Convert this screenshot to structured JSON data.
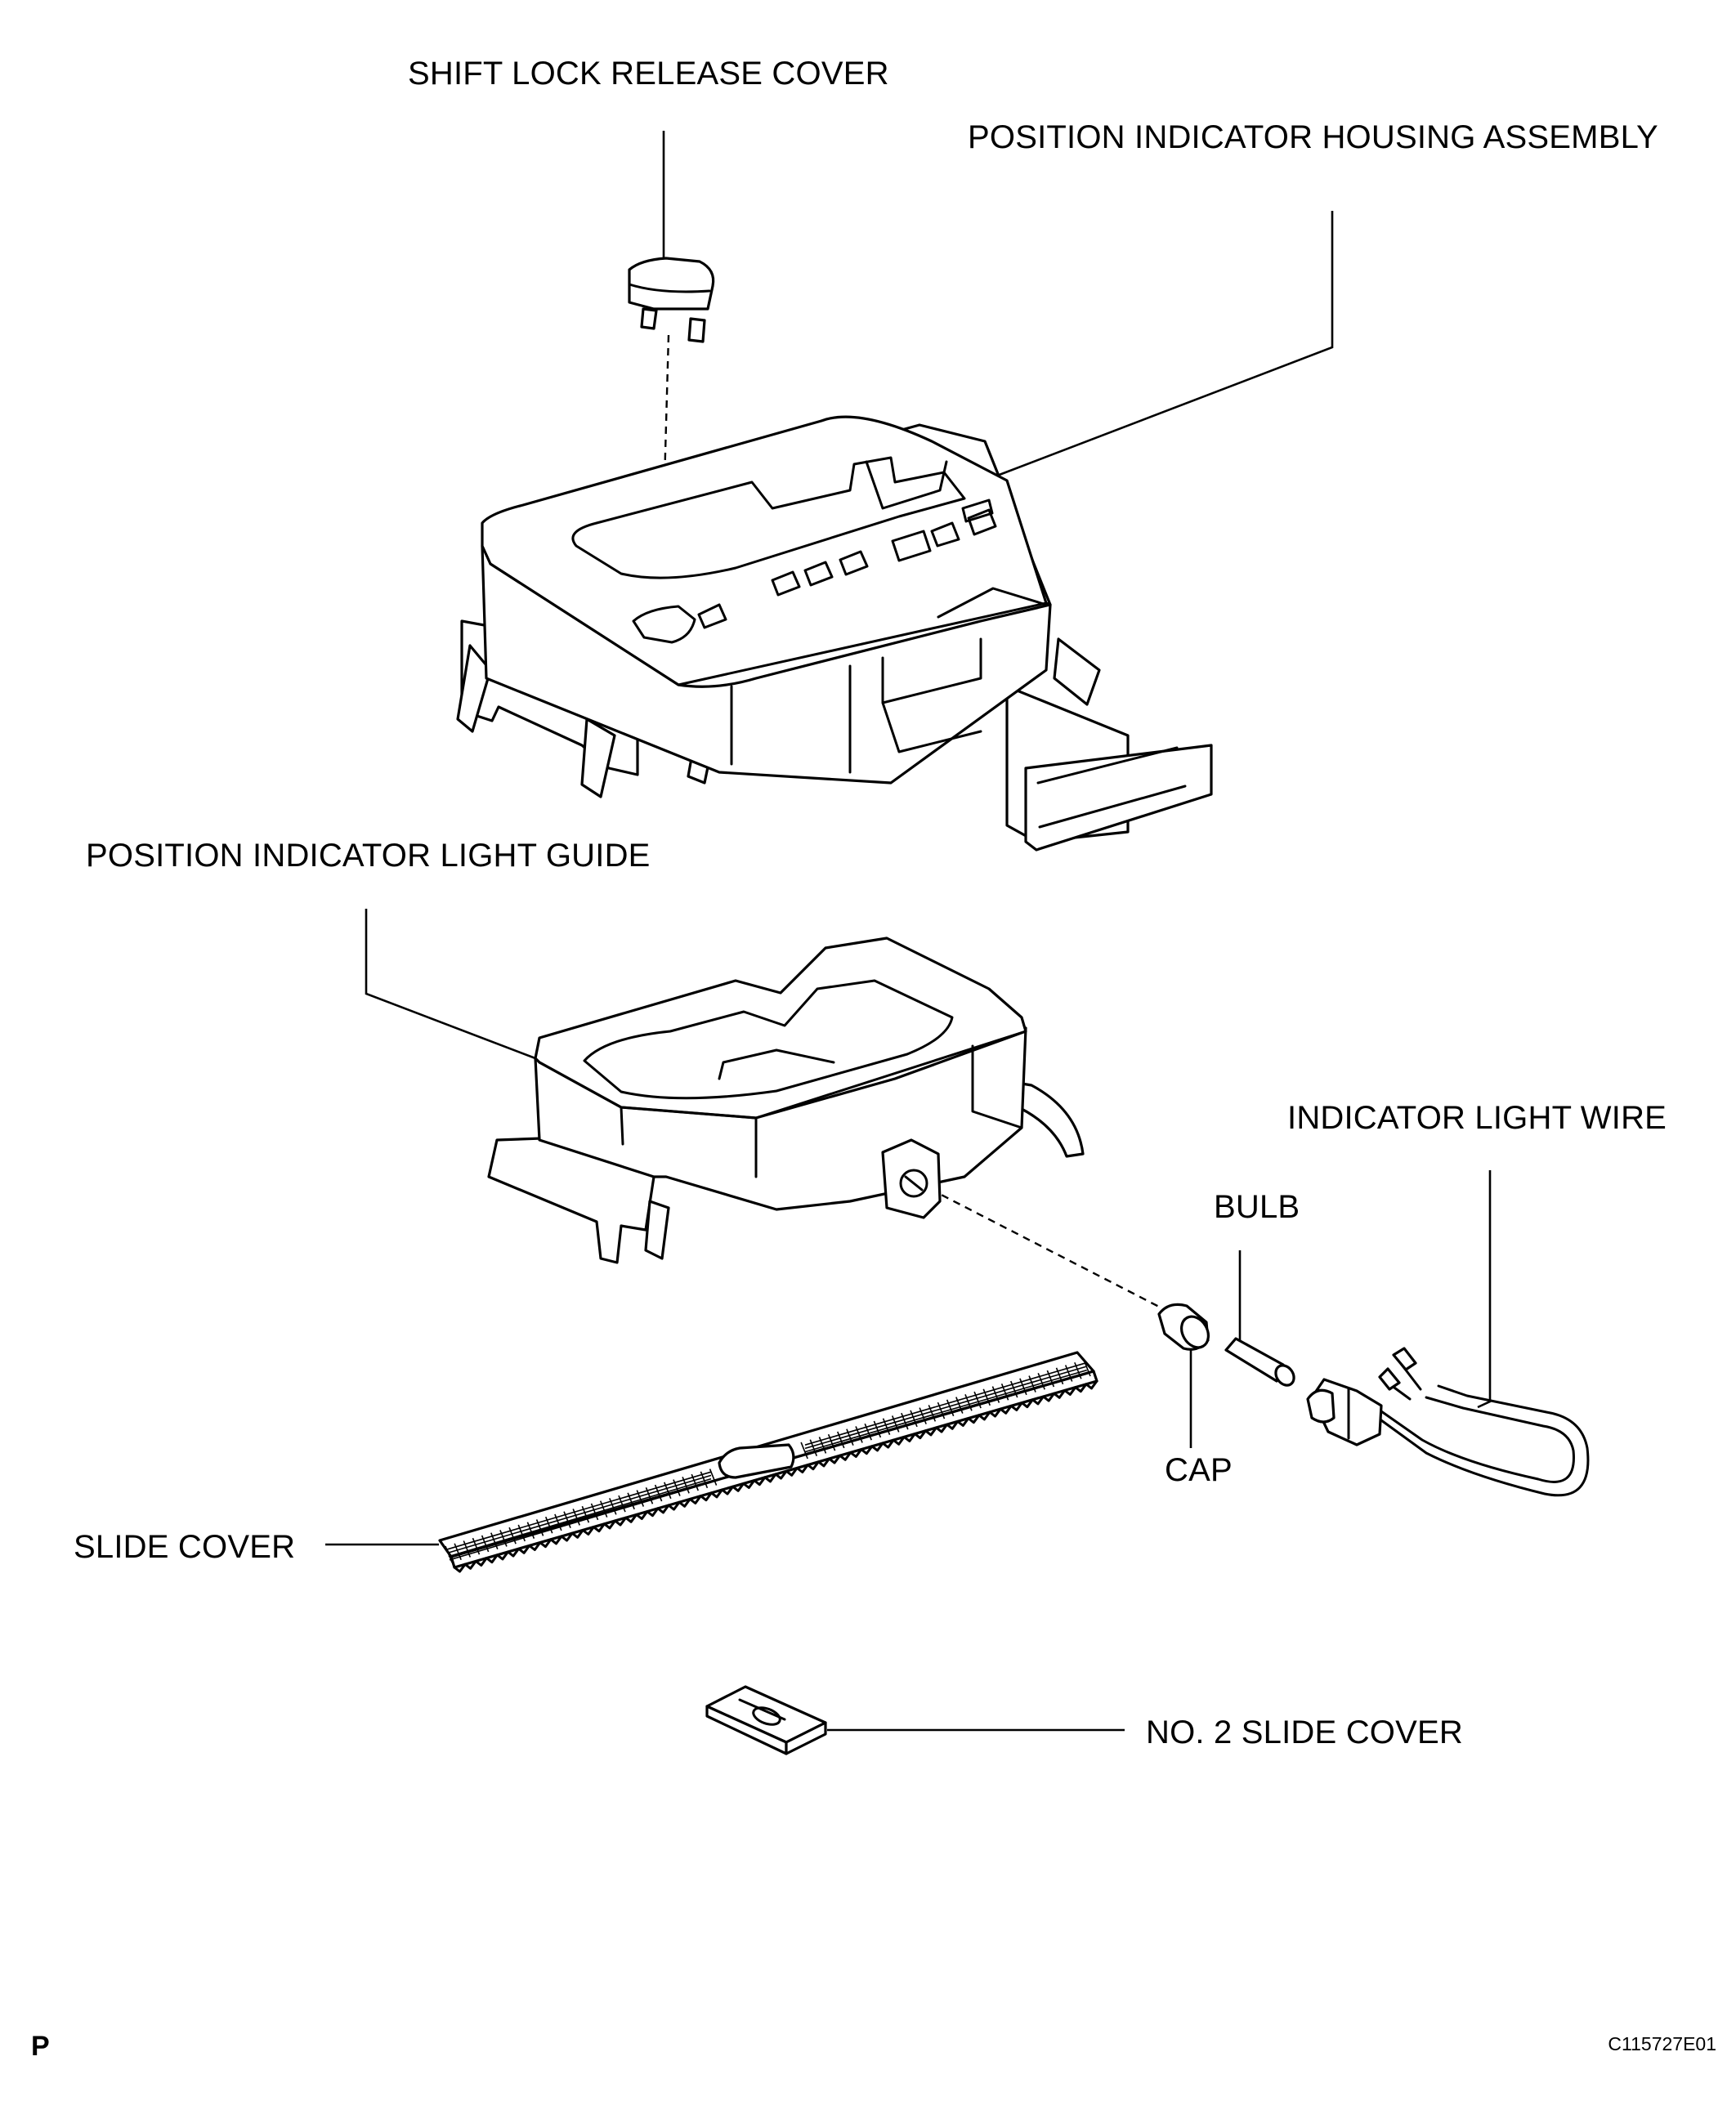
{
  "diagram": {
    "labels": {
      "shift_lock_release_cover": "SHIFT LOCK RELEASE COVER",
      "position_indicator_housing_assembly": "POSITION INDICATOR HOUSING ASSEMBLY",
      "position_indicator_light_guide": "POSITION INDICATOR LIGHT GUIDE",
      "indicator_light_wire": "INDICATOR LIGHT WIRE",
      "bulb": "BULB",
      "cap": "CAP",
      "slide_cover": "SLIDE COVER",
      "no2_slide_cover": "NO. 2 SLIDE COVER"
    },
    "corner_mark": "P",
    "figure_code": "C115727E01"
  }
}
